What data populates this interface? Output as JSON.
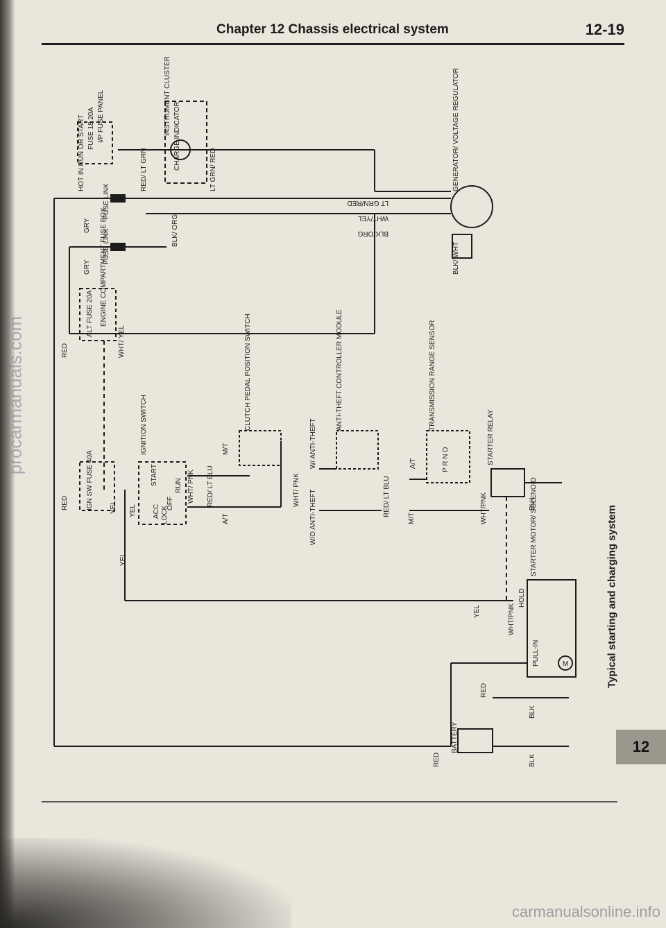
{
  "header": {
    "chapter": "Chapter 12  Chassis electrical system",
    "page": "12-19"
  },
  "side_caption": "Typical starting and charging system",
  "tab": "12",
  "watermarks": {
    "left": "procarmanuals.com",
    "bottom": "carmanualsonline.info"
  },
  "labels": {
    "hot_in_run": "HOT IN RUN OR START",
    "ip_fuse_box": "I/P FUSE PANEL",
    "fuse_18": "FUSE 18 20A",
    "instrument_cluster": "INSTRUMENT CLUSTER",
    "charge_indicator": "CHARGE INDICATOR",
    "red_ltgrn": "RED/ LT GRN",
    "ltgrn_red": "LT GRN/ RED",
    "fuse_link_1": "FUSE LINK",
    "fuse_link_2": "FUSE LINK",
    "gry_1": "GRY",
    "gry_2": "GRY",
    "blk_org": "BLK/ ORG",
    "engine_compartment": "ENGINE COMPARTMENT FUSE BOX",
    "alt_fuse": "ALT FUSE 20A",
    "red_top": "RED",
    "wht_yel_1": "WHT/ YEL",
    "generator": "GENERATOR/ VOLTAGE REGULATOR",
    "lt_grn_red": "LT GRN/RED",
    "wht_yel_2": "WHT/YEL",
    "blk_org_2": "BLK/ORG",
    "blk_wht": "BLK/ WHT",
    "ign_sw_fuse": "IGN SW FUSE 40A",
    "red_mid": "RED",
    "yel_1": "YEL",
    "yel_2": "YEL",
    "yel_3": "YEL",
    "ignition_switch": "IGNITION SWITCH",
    "start": "START",
    "run": "RUN",
    "off": "OFF",
    "acc": "ACC",
    "lock": "LOCK",
    "wht_pnk_1": "WHT/ PNK",
    "red_ltblu_1": "RED/ LT BLU",
    "mt_1": "M/T",
    "at_1": "A/T",
    "clutch_switch": "CLUTCH PEDAL POSITION SWITCH",
    "wht_pnk_2": "WHT/ PNK",
    "wo_anti_theft": "W/O ANTI-THEFT",
    "w_anti_theft": "W/ ANTI-THEFT",
    "anti_theft_module": "ANTI-THEFT CONTROLLER MODULE",
    "red_ltblu_2": "RED/ LT BLU",
    "mt_2": "M/T",
    "at_2": "A/T",
    "trs": "TRANSMISSION RANGE SENSOR",
    "prnd": "P R N D",
    "starter_relay": "STARTER RELAY",
    "wht_pnk_3": "WHT/PNK",
    "blk_1": "BLK",
    "starter_motor": "STARTER MOTOR/ SOLENOID",
    "hold": "HOLD",
    "pull_in": "PULL-IN",
    "wht_pnk_4": "WHT/PNK",
    "yel_4": "YEL",
    "red_bat": "RED",
    "red_bat_2": "RED",
    "battery": "BATTERY",
    "blk_2": "BLK",
    "blk_3": "BLK",
    "motor_m": "M"
  }
}
